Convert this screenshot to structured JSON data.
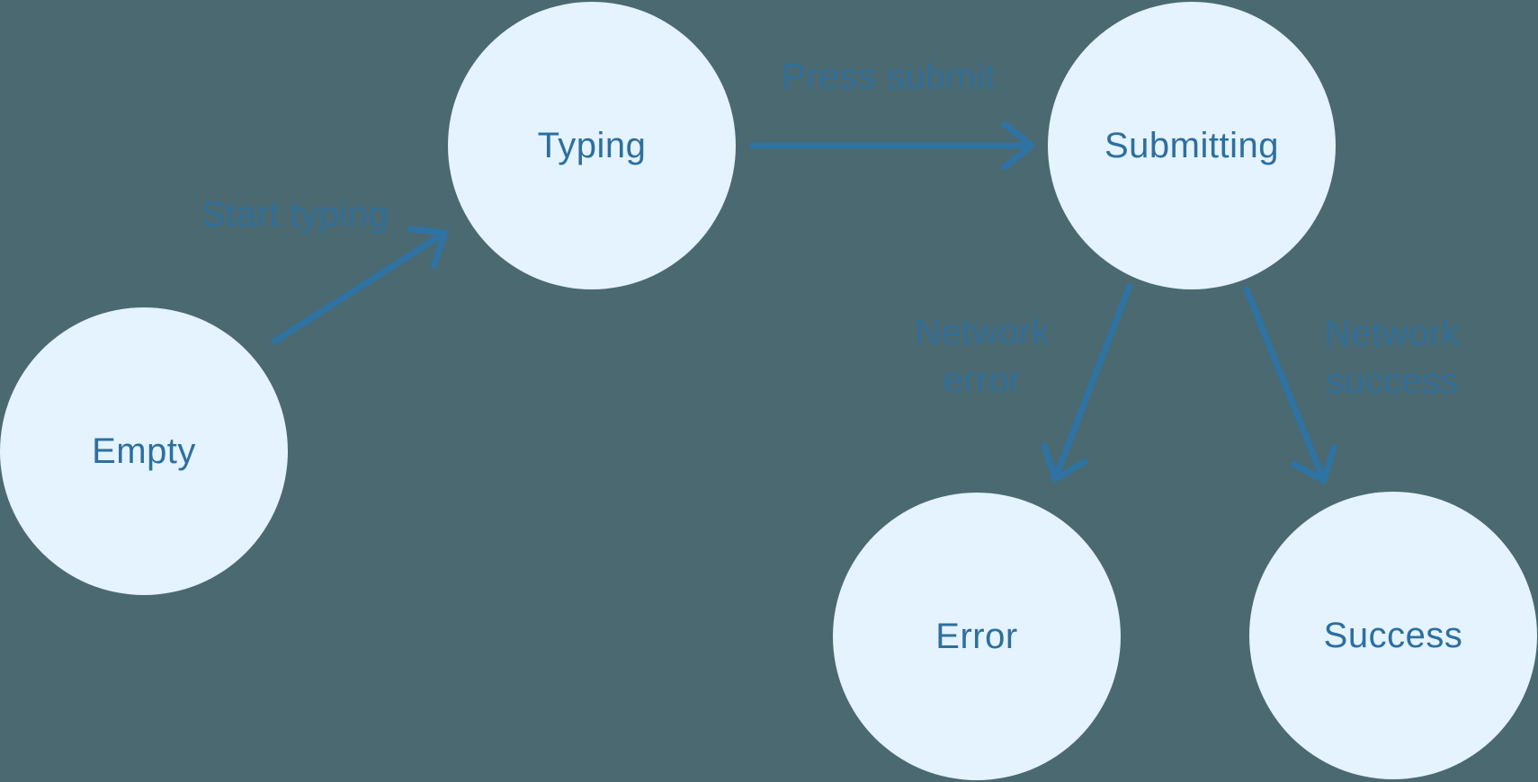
{
  "diagram": {
    "type": "state-machine",
    "colors": {
      "background": "#4b6971",
      "node_fill": "#e4f3fd",
      "node_text": "#2d6f9e",
      "edge_label_text": "#2d6f9e",
      "arrow": "#2f73a4"
    },
    "nodes": [
      {
        "id": "empty",
        "label": "Empty"
      },
      {
        "id": "typing",
        "label": "Typing"
      },
      {
        "id": "submitting",
        "label": "Submitting"
      },
      {
        "id": "error",
        "label": "Error"
      },
      {
        "id": "success",
        "label": "Success"
      }
    ],
    "edges": [
      {
        "from": "empty",
        "to": "typing",
        "label": "Start typing"
      },
      {
        "from": "typing",
        "to": "submitting",
        "label": "Press submit"
      },
      {
        "from": "submitting",
        "to": "error",
        "label": "Network error"
      },
      {
        "from": "submitting",
        "to": "success",
        "label": "Network success"
      }
    ]
  }
}
